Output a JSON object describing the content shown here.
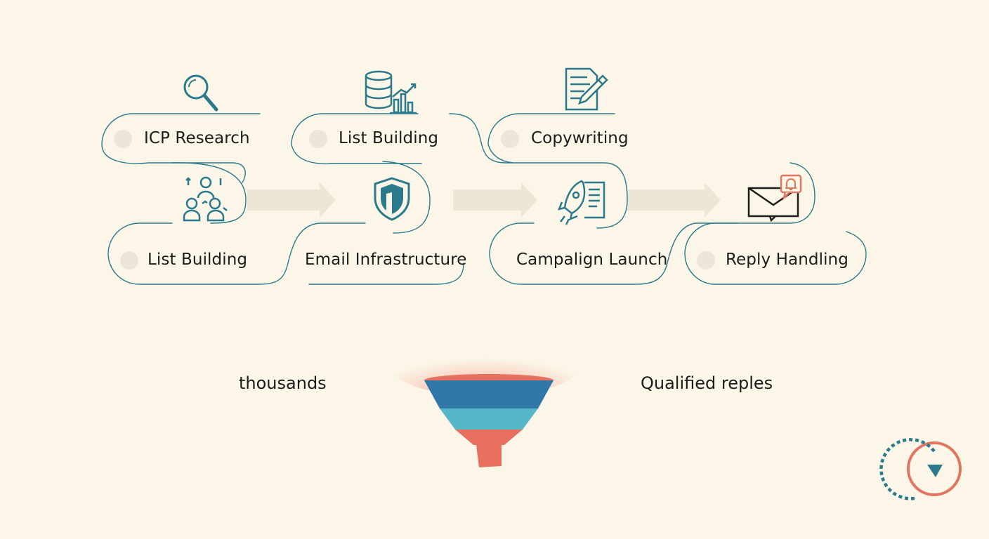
{
  "steps": [
    {
      "label": "ICP Research",
      "icon": "magnifier-icon"
    },
    {
      "label": "List Building",
      "icon": "database-chart-icon"
    },
    {
      "label": "Copywriting",
      "icon": "document-pencil-icon"
    },
    {
      "label": "List Building",
      "icon": "team-analysis-icon"
    },
    {
      "label": "Email Infrastructure",
      "icon": "shield-icon"
    },
    {
      "label": "Campalign Launch",
      "icon": "rocket-document-icon"
    },
    {
      "label": "Reply Handling",
      "icon": "envelope-bell-icon"
    }
  ],
  "funnel": {
    "input_label": "thousands",
    "output_label": "Qualified reples",
    "layer_colors": [
      "#e8705e",
      "#2f78a8",
      "#56b7c8",
      "#e8705e"
    ]
  },
  "colors": {
    "background": "#fbf6e7",
    "accent_teal": "#2a7a8c",
    "accent_coral": "#e07560",
    "arrow": "#ece6d6"
  }
}
